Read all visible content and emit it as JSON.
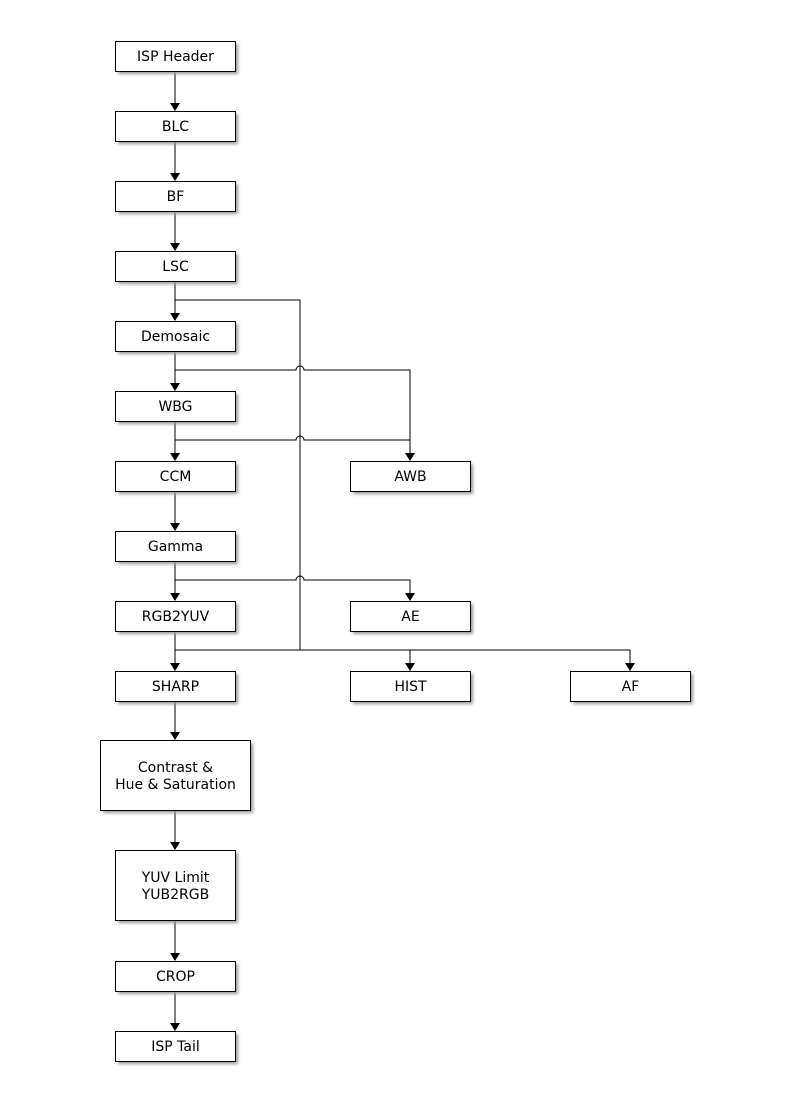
{
  "nodes": {
    "isp_header": "ISP Header",
    "blc": "BLC",
    "bf": "BF",
    "lsc": "LSC",
    "demosaic": "Demosaic",
    "wbg": "WBG",
    "ccm": "CCM",
    "gamma": "Gamma",
    "rgb2yuv": "RGB2YUV",
    "sharp": "SHARP",
    "contrast": [
      "Contrast &",
      "Hue & Saturation"
    ],
    "yuv_limit": [
      "YUV Limit",
      "YUB2RGB"
    ],
    "crop": "CROP",
    "isp_tail": "ISP Tail",
    "awb": "AWB",
    "ae": "AE",
    "hist": "HIST",
    "af": "AF"
  }
}
